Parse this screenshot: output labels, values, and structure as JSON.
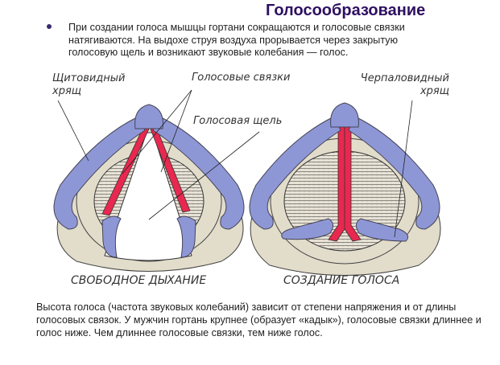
{
  "title": "Голосообразование",
  "intro": "При создании голоса мышцы гортани сокращаются и голосовые связки натягиваются. На выдохе струя воздуха прорывается через закрытую голосовую щель и возникают звуковые колебания — голос.",
  "diagram": {
    "labels": {
      "thyroid_1": "Щитовидный",
      "thyroid_2": "хрящ",
      "cords": "Голосовые связки",
      "glottis": "Голосовая щель",
      "arytenoid_1": "Черпаловидный",
      "arytenoid_2": "хрящ"
    },
    "captions": {
      "left": "СВОБОДНОЕ ДЫХАНИЕ",
      "right": "СОЗДАНИЕ ГОЛОСА"
    },
    "colors": {
      "cartilage": "#8e97d6",
      "cords": "#e8284f",
      "tissue": "#e2dccb"
    }
  },
  "bottom_text": "Высота голоса (частота звуковых колебаний) зависит от степени напряжения и от длины голосовых связок. У мужчин гортань крупнее (образует «кадык»), голосовые связки длиннее и голос ниже. Чем длиннее голосовые связки, тем ниже голос."
}
